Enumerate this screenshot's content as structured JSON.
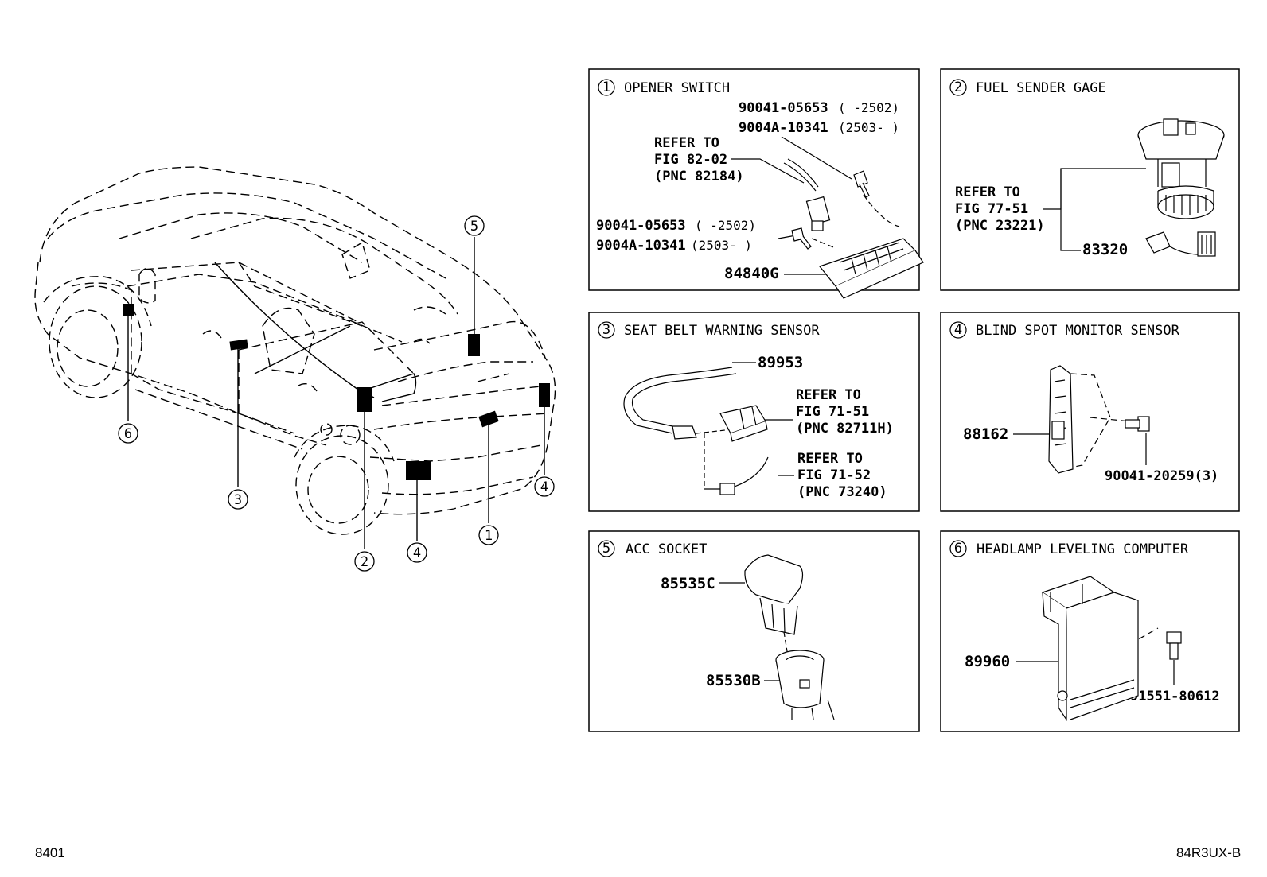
{
  "footer": {
    "left_code": "8401",
    "right_code": "84R3UX-B"
  },
  "overview": {
    "callouts": [
      {
        "id": "c1",
        "num": "1"
      },
      {
        "id": "c2",
        "num": "2"
      },
      {
        "id": "c3",
        "num": "3"
      },
      {
        "id": "c4a",
        "num": "4"
      },
      {
        "id": "c4b",
        "num": "4"
      },
      {
        "id": "c5",
        "num": "5"
      },
      {
        "id": "c6",
        "num": "6"
      }
    ]
  },
  "panels": [
    {
      "num": "1",
      "title": "OPENER SWITCH",
      "labels": {
        "bolt_a1": "90041-05653",
        "bolt_a1_range": "(      -2502)",
        "bolt_a2": "9004A-10341",
        "bolt_a2_range": "(2503-     )",
        "ref1": "REFER TO",
        "ref2": "FIG 82-02",
        "ref3": "(PNC 82184)",
        "bolt_b1": "90041-05653",
        "bolt_b1_range": "(      -2502)",
        "bolt_b2": "9004A-10341",
        "bolt_b2_range": "(2503-     )",
        "part": "84840G"
      }
    },
    {
      "num": "2",
      "title": "FUEL SENDER GAGE",
      "labels": {
        "ref1": "REFER TO",
        "ref2": "FIG 77-51",
        "ref3": "(PNC 23221)",
        "part": "83320"
      }
    },
    {
      "num": "3",
      "title": "SEAT BELT WARNING SENSOR",
      "labels": {
        "part": "89953",
        "refA1": "REFER TO",
        "refA2": "FIG 71-51",
        "refA3": "(PNC 82711H)",
        "refB1": "REFER TO",
        "refB2": "FIG 71-52",
        "refB3": "(PNC 73240)"
      }
    },
    {
      "num": "4",
      "title": "BLIND SPOT MONITOR SENSOR",
      "labels": {
        "part": "88162",
        "bolt": "90041-20259(3)"
      }
    },
    {
      "num": "5",
      "title": "ACC SOCKET",
      "labels": {
        "part1": "85535C",
        "part2": "85530B"
      }
    },
    {
      "num": "6",
      "title": "HEADLAMP LEVELING COMPUTER",
      "labels": {
        "part": "89960",
        "bolt": "91551-80612"
      }
    }
  ]
}
